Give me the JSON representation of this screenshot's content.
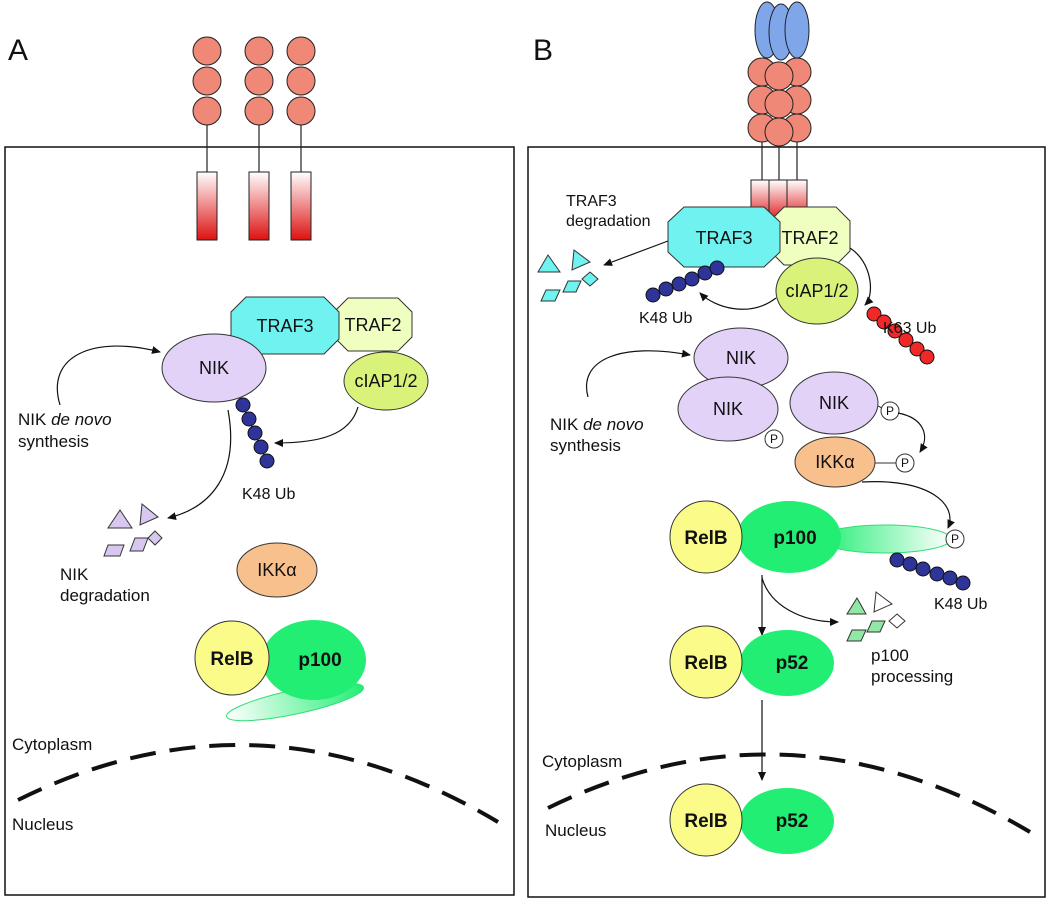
{
  "colors": {
    "receptor_bead": "#f08878",
    "ligand": "#7fa6e8",
    "traf3": "#6ff2f0",
    "traf2": "#efffc0",
    "ciap": "#d8f27a",
    "nik": "#e2d2f8",
    "ikka": "#f8c08c",
    "relb": "#fbfb8a",
    "p100": "#22ee74",
    "k48_ub": "#2e3498",
    "k63_ub": "#f02828"
  },
  "panel_a": {
    "label": "A",
    "traf3": "TRAF3",
    "traf2": "TRAF2",
    "ciap": "cIAP1/2",
    "nik": "NIK",
    "nik_synthesis_1": "NIK ",
    "nik_synthesis_italic": "de novo",
    "nik_synthesis_2": "synthesis",
    "k48": "K48 Ub",
    "nik_degradation_1": "NIK",
    "nik_degradation_2": "degradation",
    "ikka": "IKKα",
    "relb": "RelB",
    "p100": "p100",
    "cytoplasm": "Cytoplasm",
    "nucleus": "Nucleus"
  },
  "panel_b": {
    "label": "B",
    "traf3": "TRAF3",
    "traf2": "TRAF2",
    "ciap": "cIAP1/2",
    "traf3_degradation_1": "TRAF3",
    "traf3_degradation_2": "degradation",
    "k48_top": "K48 Ub",
    "k63": "K63 Ub",
    "nik": "NIK",
    "nik_synthesis_1": "NIK ",
    "nik_synthesis_italic": "de novo",
    "nik_synthesis_2": "synthesis",
    "ikka": "IKKα",
    "phospho": "P",
    "relb": "RelB",
    "p100": "p100",
    "p52": "p52",
    "k48_bottom": "K48 Ub",
    "p100_processing_1": "p100",
    "p100_processing_2": "processing",
    "cytoplasm": "Cytoplasm",
    "nucleus": "Nucleus"
  }
}
